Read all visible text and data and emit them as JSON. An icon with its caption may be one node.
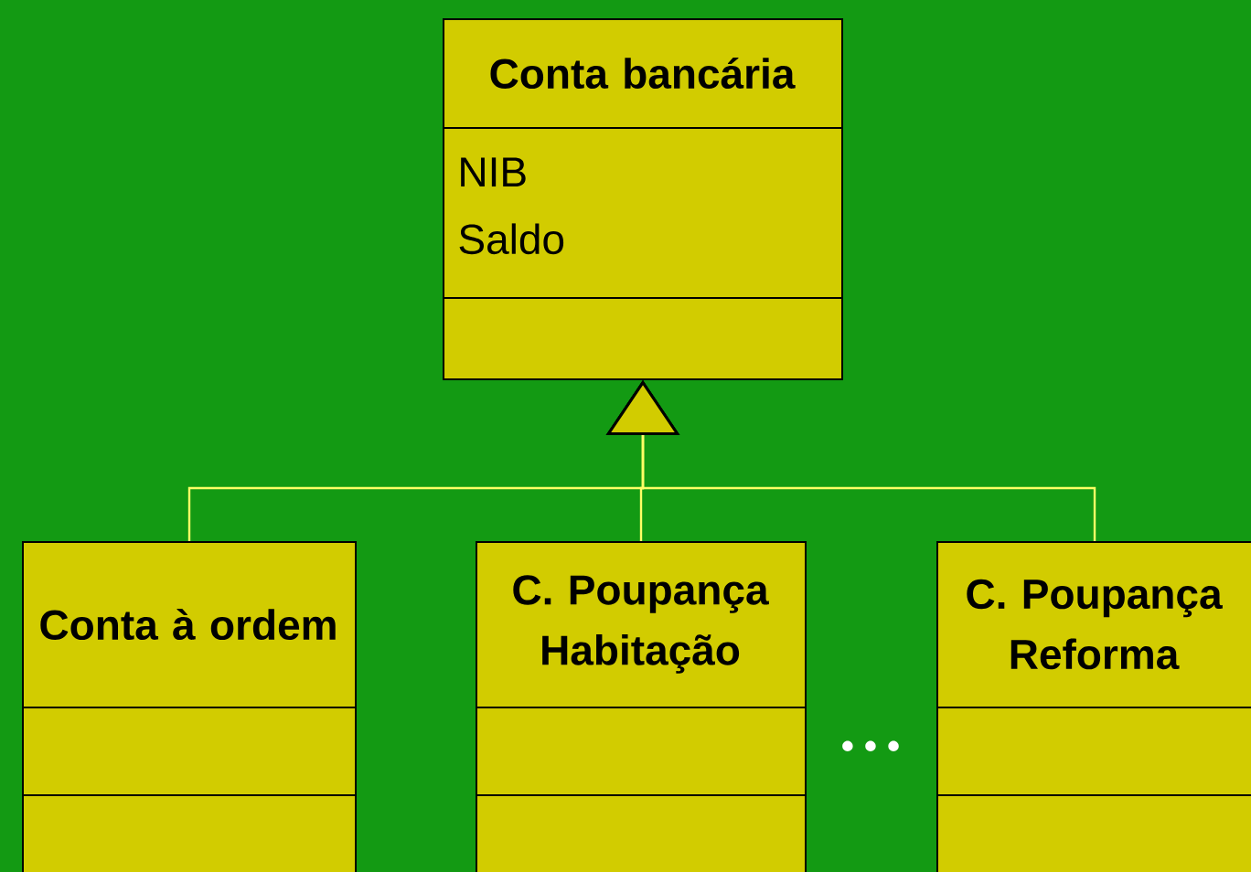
{
  "diagram": {
    "nodes": [
      {
        "text": [
          "Conta bancária",
          "NIB",
          "Saldo"
        ]
      },
      {
        "text": [
          "Conta à ordem"
        ]
      },
      {
        "text": [
          "C. Poupança Habitação"
        ]
      },
      {
        "text": [
          "C. Poupança Reforma"
        ]
      }
    ],
    "edges": [
      {
        "from": 1,
        "to": 0,
        "arrow": "to"
      },
      {
        "from": 2,
        "to": 0,
        "arrow": "to"
      },
      {
        "from": 3,
        "to": 0,
        "arrow": "to"
      }
    ],
    "labels": [
      "• • •"
    ]
  }
}
